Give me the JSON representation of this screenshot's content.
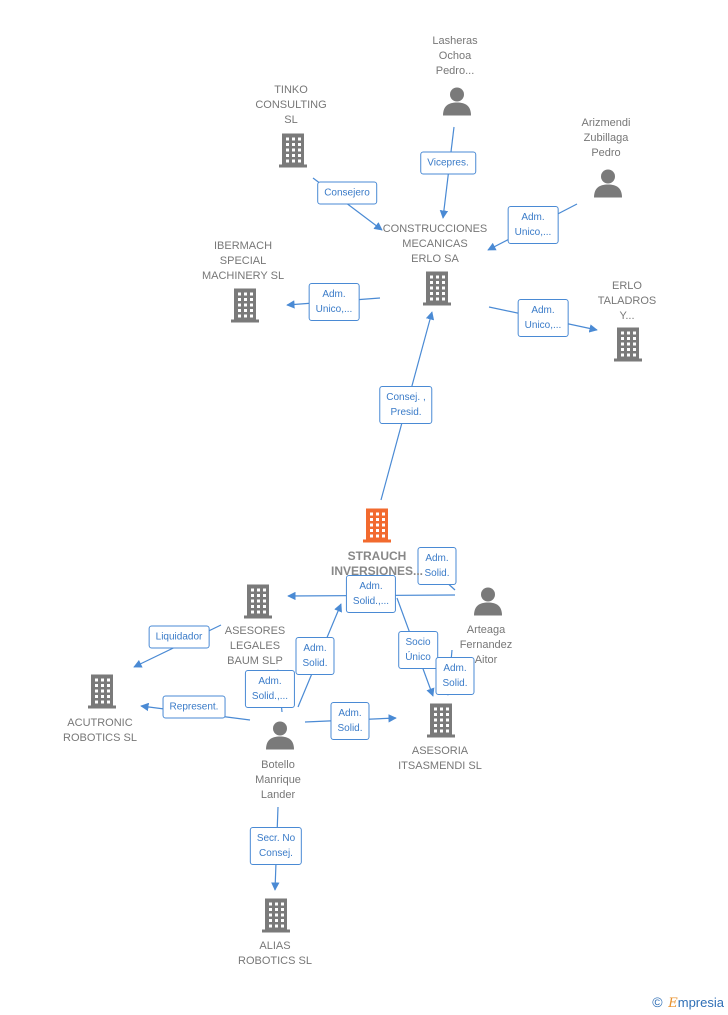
{
  "nodes": [
    {
      "id": "lasheras",
      "type": "person",
      "label": "Lasheras\nOchoa\nPedro..."
    },
    {
      "id": "tinko",
      "type": "company",
      "label": "TINKO\nCONSULTING\nSL"
    },
    {
      "id": "arizmendi",
      "type": "person",
      "label": "Arizmendi\nZubillaga\nPedro"
    },
    {
      "id": "construcciones",
      "type": "company",
      "label": "CONSTRUCCIONES\nMECANICAS\nERLO SA"
    },
    {
      "id": "ibermach",
      "type": "company",
      "label": "IBERMACH\nSPECIAL\nMACHINERY SL"
    },
    {
      "id": "erlo_taladros",
      "type": "company",
      "label": "ERLO\nTALADROS\nY..."
    },
    {
      "id": "strauch",
      "type": "company",
      "focus": true,
      "label": "STRAUCH\nINVERSIONES..."
    },
    {
      "id": "asesores",
      "type": "company",
      "label": "ASESORES\nLEGALES\nBAUM SLP"
    },
    {
      "id": "arteaga",
      "type": "person",
      "label": "Arteaga\nFernandez\nAitor"
    },
    {
      "id": "acutronic",
      "type": "company",
      "label": "ACUTRONIC\nROBOTICS SL"
    },
    {
      "id": "botello",
      "type": "person",
      "label": "Botello\nManrique\nLander"
    },
    {
      "id": "asesoria",
      "type": "company",
      "label": "ASESORIA\nITSASMENDI SL"
    },
    {
      "id": "alias",
      "type": "company",
      "label": "ALIAS\nROBOTICS SL"
    }
  ],
  "edges": [
    {
      "from": "lasheras",
      "to": "construcciones",
      "label": "Vicepres."
    },
    {
      "from": "tinko",
      "to": "construcciones",
      "label": "Consejero"
    },
    {
      "from": "arizmendi",
      "to": "construcciones",
      "label": "Adm.\nUnico,..."
    },
    {
      "from": "construcciones",
      "to": "ibermach",
      "label": "Adm.\nUnico,..."
    },
    {
      "from": "construcciones",
      "to": "erlo_taladros",
      "label": "Adm.\nUnico,..."
    },
    {
      "from": "strauch",
      "to": "construcciones",
      "label": "Consej. ,\nPresid."
    },
    {
      "from": "arteaga",
      "to": "strauch",
      "label": "Adm.\nSolid."
    },
    {
      "from": "arteaga",
      "to": "asesores",
      "label": "Adm.\nSolid.,..."
    },
    {
      "from": "strauch",
      "to": "asesoria",
      "label": "Socio\nÚnico"
    },
    {
      "from": "arteaga",
      "to": "asesoria",
      "label": "Adm.\nSolid."
    },
    {
      "from": "asesores",
      "to": "acutronic",
      "label": "Liquidador"
    },
    {
      "from": "botello",
      "to": "acutronic",
      "label": "Represent."
    },
    {
      "from": "botello",
      "to": "strauch",
      "label": "Adm.\nSolid."
    },
    {
      "from": "botello",
      "to": "asesores",
      "label": "Adm.\nSolid.,..."
    },
    {
      "from": "botello",
      "to": "asesoria",
      "label": "Adm.\nSolid."
    },
    {
      "from": "botello",
      "to": "alias",
      "label": "Secr. No\nConsej."
    }
  ],
  "colors": {
    "edge": "#4a8ad4",
    "company": "#7a7a7a",
    "person": "#7a7a7a",
    "focus": "#f26a2e",
    "brand": "#2f6fb6"
  },
  "brand": {
    "copyright": "©",
    "initial": "E",
    "name": "mpresia"
  }
}
